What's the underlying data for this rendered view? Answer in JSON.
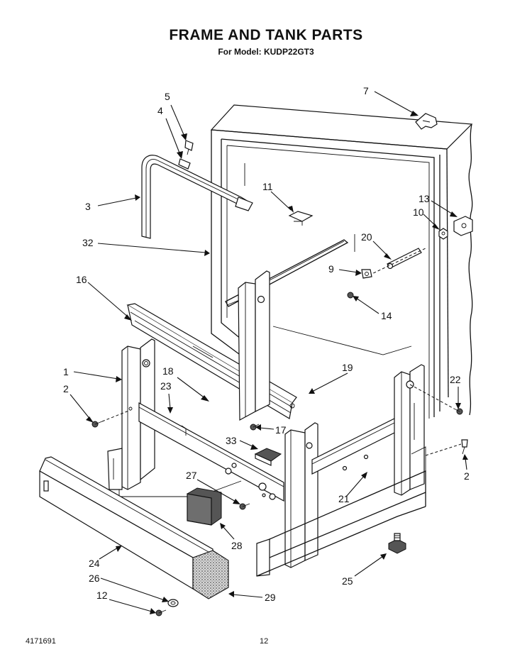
{
  "title": "FRAME AND TANK PARTS",
  "model_line": "For Model: KUDP22GT3",
  "footer": {
    "doc_number": "4171691",
    "page_number": "12"
  },
  "callouts": [
    "5",
    "4",
    "3",
    "32",
    "7",
    "11",
    "13",
    "10",
    "20",
    "9",
    "14",
    "16",
    "1",
    "2",
    "18",
    "23",
    "19",
    "22",
    "17",
    "33",
    "27",
    "21",
    "28",
    "24",
    "26",
    "12",
    "29",
    "25",
    "2"
  ]
}
